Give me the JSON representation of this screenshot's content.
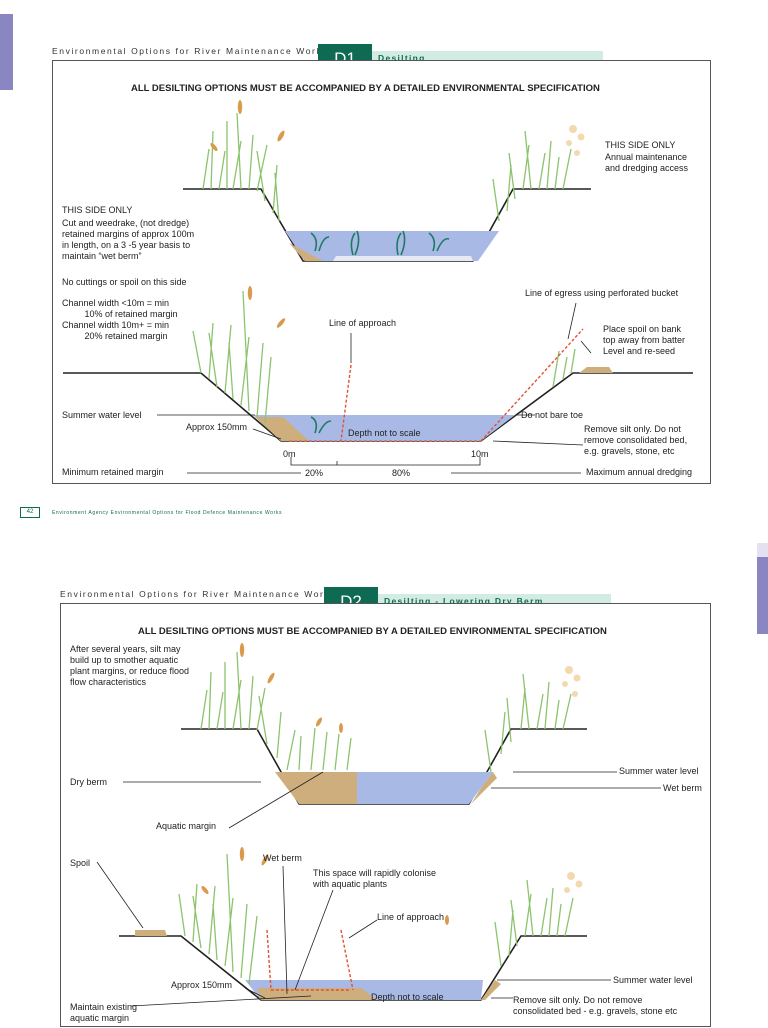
{
  "page1": {
    "header_title": "Environmental Options for River Maintenance Works",
    "section_code": "D1",
    "section_title": "Desilting",
    "banner": "ALL DESILTING OPTIONS MUST BE ACCOMPANIED BY A DETAILED ENVIRONMENTAL SPECIFICATION",
    "labels": {
      "right_side_title": "THIS SIDE ONLY",
      "right_side_body": "Annual maintenance\nand dredging access",
      "left_side_title": "THIS SIDE ONLY",
      "left_side_body": "Cut and weedrake, (not dredge)\nretained margins of approx 100m\nin length, on a 3 -5 year basis to\nmaintain “wet berm”",
      "no_cuttings": "No cuttings or spoil on this side",
      "channel_width": "Channel width <10m = min\n         10% of retained margin\nChannel width 10m+ = min\n         20% retained margin",
      "line_of_egress": "Line of egress using perforated bucket",
      "line_of_approach": "Line of approach",
      "place_spoil": "Place spoil on bank\ntop away from batter\nLevel and re-seed",
      "summer_water_level": "Summer water level",
      "do_not_bare_toe": "Do not bare toe",
      "approx_150": "Approx 150mm",
      "depth_not_to_scale": "Depth not to scale",
      "remove_silt": "Remove silt only. Do not\nremove consolidated bed,\ne.g. gravels, stone, etc",
      "zero_m": "0m",
      "ten_m": "10m",
      "min_retained_margin": "Minimum retained margin",
      "pct_20": "20%",
      "pct_80": "80%",
      "max_annual_dredging": "Maximum annual dredging"
    },
    "footer_page": "42",
    "footer_text": "Environment Agency  Environmental Options for Flood Defence Maintenance Works"
  },
  "page2": {
    "header_title": "Environmental Options for River Maintenance Works",
    "section_code": "D2",
    "section_title": "Desilting - Lowering Dry Berm",
    "banner": "ALL DESILTING OPTIONS MUST BE ACCOMPANIED BY A DETAILED ENVIRONMENTAL SPECIFICATION",
    "labels": {
      "after_several_years": "After several years, silt may\nbuild up to smother aquatic\nplant margins, or reduce flood\nflow characteristics",
      "dry_berm": "Dry berm",
      "aquatic_margin": "Aquatic margin",
      "summer_water_level_1": "Summer water level",
      "wet_berm_1": "Wet berm",
      "spoil": "Spoil",
      "wet_berm_2": "Wet berm",
      "colonise": "This space will rapidly colonise\nwith aquatic plants",
      "line_of_approach": "Line of approach",
      "approx_150": "Approx 150mm",
      "summer_water_level_2": "Summer water level",
      "depth_not_to_scale": "Depth not to scale",
      "maintain_existing": "Maintain existing\naquatic margin",
      "remove_silt": "Remove silt only. Do not remove\nconsolidated bed - e.g. gravels, stone etc"
    }
  },
  "colors": {
    "header_green": "#0e6a52",
    "header_tint": "#d3ece3",
    "side_tab": "#8a86c2",
    "water": "#a7b9e4",
    "silt": "#cfae7d",
    "grass": "#9fcf7e",
    "approach_line": "#e2512f"
  }
}
